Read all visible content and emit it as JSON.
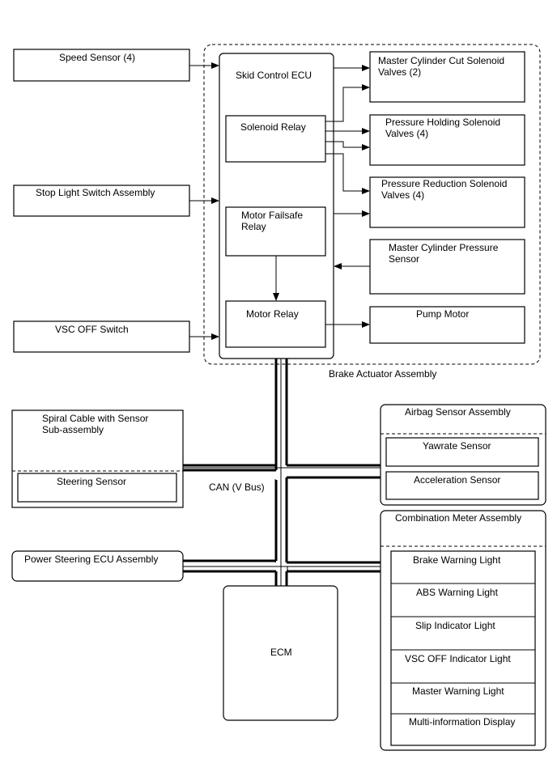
{
  "inputs": {
    "speed_sensor": "Speed Sensor (4)",
    "stop_light_switch": "Stop Light Switch Assembly",
    "vsc_off_switch": "VSC OFF Switch"
  },
  "brake_actuator": {
    "label": "Brake Actuator Assembly",
    "skid_control_ecu": "Skid Control ECU",
    "solenoid_relay": "Solenoid Relay",
    "motor_failsafe_relay": [
      "Motor Failsafe",
      "Relay"
    ],
    "motor_relay": "Motor Relay",
    "master_cylinder_cut": [
      "Master Cylinder Cut Solenoid",
      "Valves (2)"
    ],
    "pressure_holding": [
      "Pressure Holding Solenoid",
      "Valves (4)"
    ],
    "pressure_reduction": [
      "Pressure Reduction Solenoid",
      "Valves (4)"
    ],
    "master_cylinder_pressure": [
      "Master Cylinder Pressure",
      "Sensor"
    ],
    "pump_motor": "Pump Motor"
  },
  "can_bus": {
    "label": "CAN (V Bus)"
  },
  "spiral_cable": {
    "title": [
      "Spiral Cable with Sensor",
      "Sub-assembly"
    ],
    "steering_sensor": "Steering Sensor"
  },
  "power_steering_ecu": "Power Steering ECU Assembly",
  "ecm": "ECM",
  "airbag_sensor": {
    "title": "Airbag Sensor Assembly",
    "yawrate_sensor": "Yawrate Sensor",
    "acceleration_sensor": "Acceleration Sensor"
  },
  "combination_meter": {
    "title": "Combination Meter Assembly",
    "items": [
      "Brake Warning Light",
      "ABS Warning Light",
      "Slip Indicator Light",
      "VSC OFF Indicator Light",
      "Master Warning Light",
      "Multi-information Display"
    ]
  }
}
